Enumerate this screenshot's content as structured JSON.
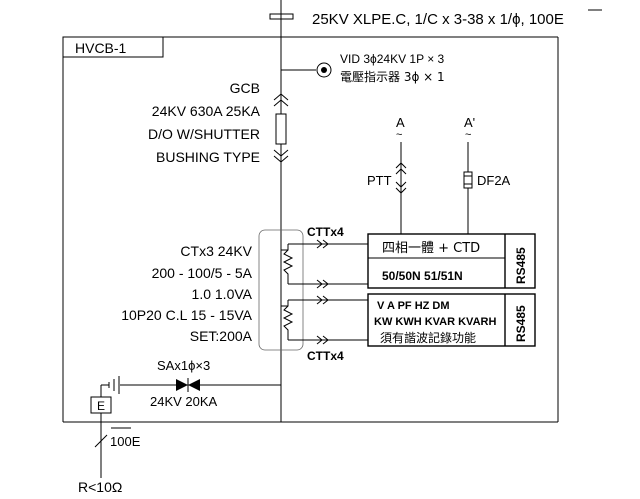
{
  "cable": {
    "label": "25KV XLPE.C, 1/C x 3-38 x 1/ϕ, 100E"
  },
  "panel": {
    "name": "HVCB-1"
  },
  "vid": {
    "line1": "VID 3ϕ24KV 1P × 3",
    "line2": "電壓指示器 3ϕ × 1"
  },
  "gcb": {
    "line1": "GCB",
    "line2": "24KV 630A 25KA",
    "line3": "D/O W/SHUTTER",
    "line4": "BUSHING TYPE"
  },
  "bus": {
    "a": "A",
    "a_prime": "A'"
  },
  "ptt": {
    "label": "PTT"
  },
  "df2a": {
    "label": "DF2A"
  },
  "ct": {
    "line1": "CTx3 24KV",
    "line2": "200 - 100/5 - 5A",
    "line3": "1.0 1.0VA",
    "line4": "10P20 C.L 15 - 15VA",
    "line5": "SET:200A",
    "ctt_top": "CTTx4",
    "ctt_bottom": "CTTx4"
  },
  "relay": {
    "title": "四相一體 + CTD",
    "functions": "50/50N  51/51N",
    "comm": "RS485"
  },
  "meter": {
    "row1": "V   A   PF   HZ   DM",
    "row2": "KW KWH KVAR KVARH",
    "row3": "須有諧波記錄功能",
    "comm": "RS485"
  },
  "sa": {
    "line1": "SAx1ϕ×3",
    "line2": "24KV 20KA"
  },
  "ground": {
    "box": "E",
    "cable": "100E",
    "resistance": "R<10Ω"
  }
}
